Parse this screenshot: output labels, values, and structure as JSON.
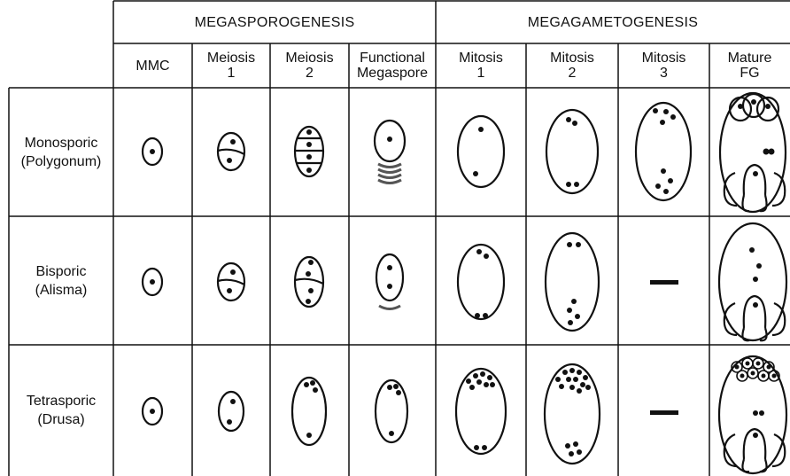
{
  "groups": {
    "megasporogenesis": "MEGASPOROGENESIS",
    "megagametogenesis": "MEGAGAMETOGENESIS"
  },
  "columns": {
    "mmc": "MMC",
    "meiosis1": "Meiosis\n1",
    "meiosis2": "Meiosis\n2",
    "functional": "Functional\nMegaspore",
    "mitosis1": "Mitosis\n1",
    "mitosis2": "Mitosis\n2",
    "mitosis3": "Mitosis\n3",
    "mature": "Mature\nFG"
  },
  "rows": {
    "monosporic": "Monosporic\n(Polygonum)",
    "bisporic": "Bisporic\n(Alisma)",
    "tetrasporic": "Tetrasporic\n(Drusa)"
  },
  "colors": {
    "line": "#111111",
    "degenerating": "#555555"
  }
}
